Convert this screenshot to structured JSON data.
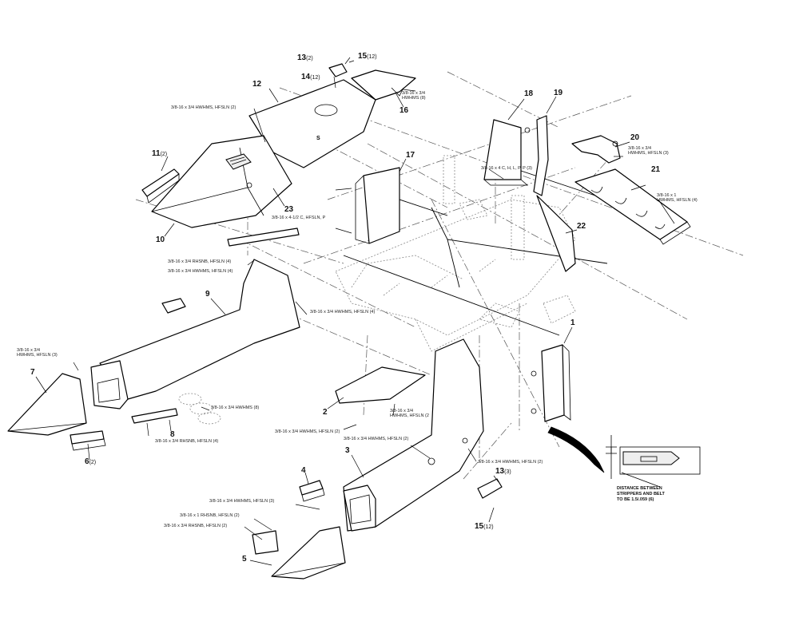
{
  "callouts": [
    {
      "num": "13",
      "qty": "(2)"
    },
    {
      "num": "15",
      "qty": "(12)"
    },
    {
      "num": "14",
      "qty": "(12)"
    },
    {
      "num": "12",
      "qty": ""
    },
    {
      "num": "16",
      "qty": ""
    },
    {
      "num": "11",
      "qty": "(2)"
    },
    {
      "num": "23",
      "qty": ""
    },
    {
      "num": "10",
      "qty": ""
    },
    {
      "num": "17",
      "qty": ""
    },
    {
      "num": "18",
      "qty": ""
    },
    {
      "num": "19",
      "qty": ""
    },
    {
      "num": "20",
      "qty": ""
    },
    {
      "num": "21",
      "qty": ""
    },
    {
      "num": "22",
      "qty": ""
    },
    {
      "num": "9",
      "qty": ""
    },
    {
      "num": "7",
      "qty": ""
    },
    {
      "num": "8",
      "qty": ""
    },
    {
      "num": "6",
      "qty": "(2)"
    },
    {
      "num": "2",
      "qty": ""
    },
    {
      "num": "1",
      "qty": ""
    },
    {
      "num": "3",
      "qty": ""
    },
    {
      "num": "13",
      "qty": "(3)"
    },
    {
      "num": "15",
      "qty": "(12)"
    },
    {
      "num": "4",
      "qty": ""
    },
    {
      "num": "5",
      "qty": ""
    }
  ],
  "hardware_notes": [
    "3/8-16 x 3/4\nHWHMS (8)",
    "3/8-16 x 3/4 HWHMS, HFSLN (2)",
    "3/8-16 x 4-1/2 C, HFSLN, P",
    "3/8-16 x 4 C, H, L, P, P (3)",
    "3/8-16 x 3/4\nHWHMS, HFSLN (3)",
    "3/8-16 x 1\nHWHMS, HFSLN (4)",
    "3/8-16 x 3/4 RHSNB, HFSLN (4)",
    "3/8-16 x 3/4 HWHMS, HFSLN (4)",
    "3/8-16 x 3/4 HWHMS, HFSLN (4)",
    "3/8-16 x 3/4\nHWHMS, HFSLN (3)",
    "3/8-16 x 3/4 HWHMS (8)",
    "3/8-16 x 3/4 RHSNB, HFSLN (4)",
    "3/8-16 x 3/4 HWHMS, HFSLN (2)",
    "3/8-16 x 3/4\nHWHMS, HFSLN (2",
    "3/8-16 x 3/4 HWHMS, HFSLN (2)",
    "3/8-16 x 3/4 HWHMS, HFSLN (2)",
    "3/8-16 x 3/4 HWHMS, HFSLN (3)",
    "3/8-16 x 1 RHSNB, HFSLN (2)",
    "3/8-16 x 3/4 RHSNB, HFSLN (2)"
  ],
  "inset": {
    "caption": "DISTANCE BETWEEN\nSTRIPPERS AND BELT\nTO BE 1.5/.059 (6)"
  }
}
